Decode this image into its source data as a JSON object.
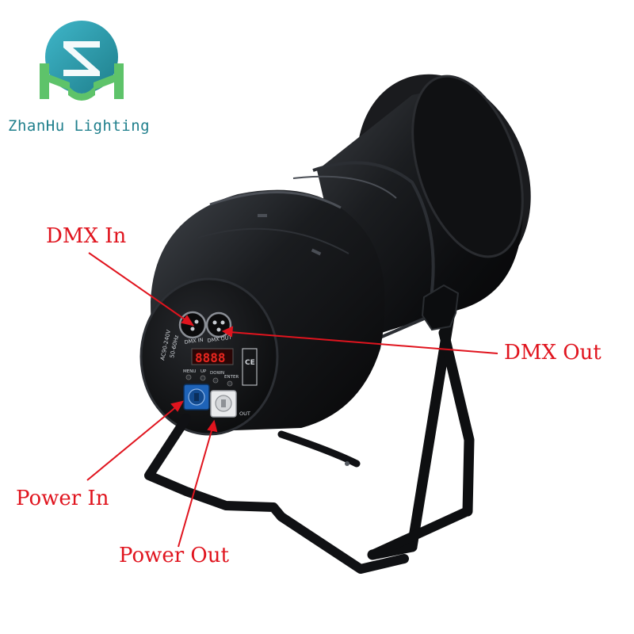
{
  "logo": {
    "brand_name": "ZhanHu Lighting",
    "colors": {
      "green": "#5ec36a",
      "teal": "#1f7f8c"
    }
  },
  "product": {
    "panel_texts": {
      "dmx_in": "DMX IN",
      "dmx_out": "DMX OUT",
      "display": "8888",
      "voltage_line1": "AC90-240V",
      "voltage_line2": "50-60Hz",
      "btn_menu": "MENU",
      "btn_up": "UP",
      "btn_down": "DOWN",
      "btn_enter": "ENTER",
      "out": "OUT",
      "ce": "CE"
    }
  },
  "callouts": {
    "dmx_in": "DMX In",
    "dmx_out": "DMX Out",
    "power_in": "Power In",
    "power_out": "Power Out",
    "color": "#e0141e"
  }
}
